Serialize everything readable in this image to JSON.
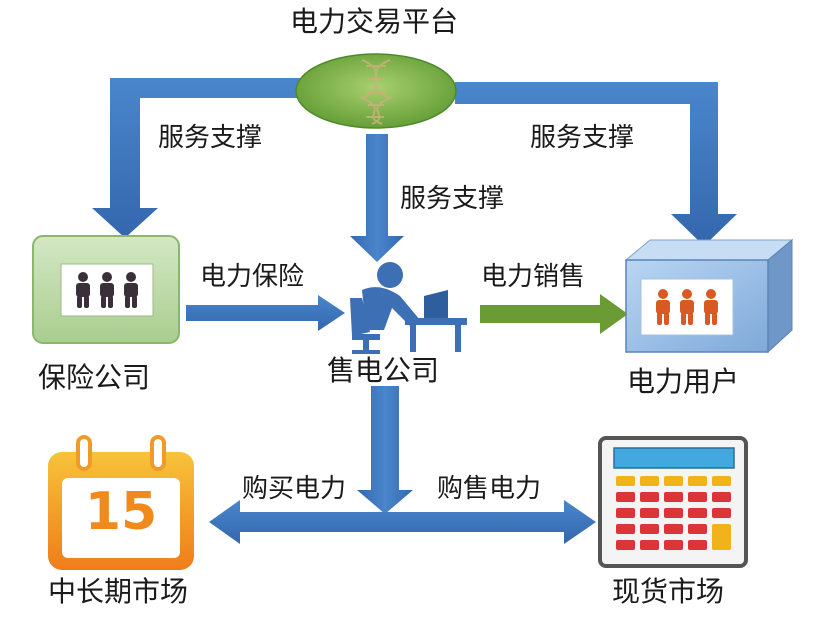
{
  "platform": {
    "label": "电力交易平台"
  },
  "edges": {
    "left_support": "服务支撑",
    "center_support": "服务支撑",
    "right_support": "服务支撑",
    "insurance_flow": "电力保险",
    "sales_flow": "电力销售",
    "buy_flow": "购买电力",
    "sell_flow": "购售电力"
  },
  "nodes": {
    "insurance": {
      "label": "保险公司"
    },
    "retailer": {
      "label": "售电公司"
    },
    "users": {
      "label": "电力用户"
    },
    "long_market": {
      "label": "中长期市场",
      "calendar_day": "15"
    },
    "spot_market": {
      "label": "现货市场"
    }
  },
  "colors": {
    "arrow_blue": "#3e76bd",
    "arrow_green": "#6b9b35",
    "platform_green": "#7fb34a",
    "insurance_box": "#b9d8a4",
    "user_box": "#9cc0e8",
    "person_dark": "#3b2f3a",
    "person_orange": "#d65a22",
    "calendar_orange": "#f39c1d",
    "calculator_screen": "#44a8e0"
  },
  "icons": {
    "platform": "dna-ellipse-icon",
    "insurance": "people-group-icon",
    "retailer": "worker-at-desk-icon",
    "users": "people-group-icon",
    "long_market": "calendar-icon",
    "spot_market": "calculator-icon"
  }
}
